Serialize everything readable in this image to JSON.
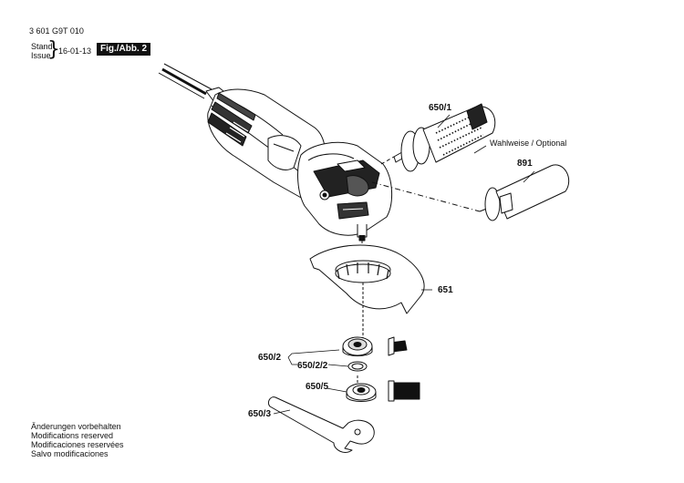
{
  "header": {
    "doc_number": "3 601 G9T 010",
    "stand_label": "Stand",
    "issue_label": "Issue",
    "date": "16-01-13",
    "figure_label": "Fig./Abb. 2"
  },
  "parts": {
    "p650_1": "650/1",
    "optional_note": "Wahlweise / Optional",
    "p891": "891",
    "p651": "651",
    "p650_2": "650/2",
    "p650_2_2": "650/2/2",
    "p650_5": "650/5",
    "p650_3": "650/3"
  },
  "footer": {
    "lines": [
      "Änderungen vorbehalten",
      "Modifications reserved",
      "Modificaciones reservées",
      "Salvo modificaciones"
    ]
  }
}
